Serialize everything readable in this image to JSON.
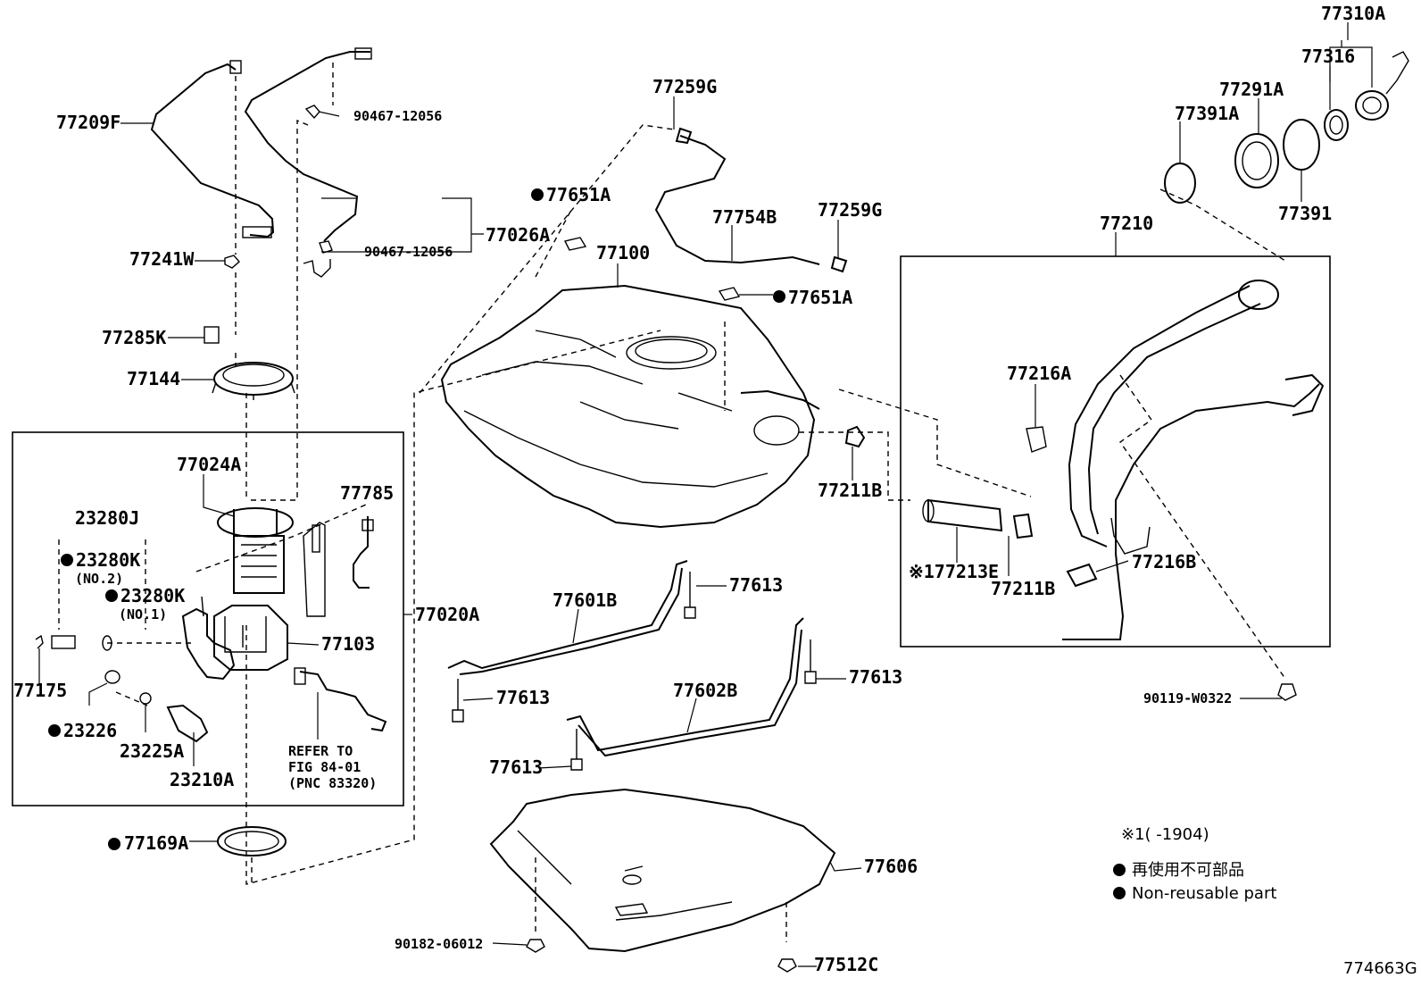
{
  "labels": {
    "l77310A": "77310A",
    "l77316": "77316",
    "l77291A": "77291A",
    "l77391A": "77391A",
    "l77391": "77391",
    "l77210": "77210",
    "l77259G_top": "77259G",
    "l77259G_right": "77259G",
    "l77754B": "77754B",
    "l77651A_top": "77651A",
    "l77651A_mid": "77651A",
    "l77100": "77100",
    "l77209F": "77209F",
    "l90467_top": "90467-12056",
    "l90467_mid": "90467-12056",
    "l77026A": "77026A",
    "l77241W": "77241W",
    "l77285K": "77285K",
    "l77144": "77144",
    "l77024A": "77024A",
    "l23280J": "23280J",
    "l23280K_1": "23280K",
    "l23280K_1_sub": "(NO.2)",
    "l23280K_2": "23280K",
    "l23280K_2_sub": "(NO.1)",
    "l77785": "77785",
    "l77020A": "77020A",
    "l77103": "77103",
    "l77175": "77175",
    "l23226": "23226",
    "l23225A": "23225A",
    "l23210A": "23210A",
    "l_refer1": "REFER TO",
    "l_refer2": "FIG 84-01",
    "l_refer3": "(PNC 83320)",
    "l77169A": "77169A",
    "l77216A": "77216A",
    "l77211B_a": "77211B",
    "l77213E": "※177213E",
    "l77211B_b": "77211B",
    "l77216B": "77216B",
    "l90119": "90119-W0322",
    "l77601B": "77601B",
    "l77613_a": "77613",
    "l77613_b": "77613",
    "l77613_c": "77613",
    "l77613_d": "77613",
    "l77602B": "77602B",
    "l77606": "77606",
    "l90182": "90182-06012",
    "l77512C": "77512C",
    "note_range": "※1(    -1904)",
    "legend_jp": "再使用不可部品",
    "legend_en": "Non-reusable part",
    "fig_id": "774663G"
  },
  "non_reusable_marker": "filled-circle",
  "colors": {
    "line": "#000000",
    "background": "#ffffff"
  }
}
